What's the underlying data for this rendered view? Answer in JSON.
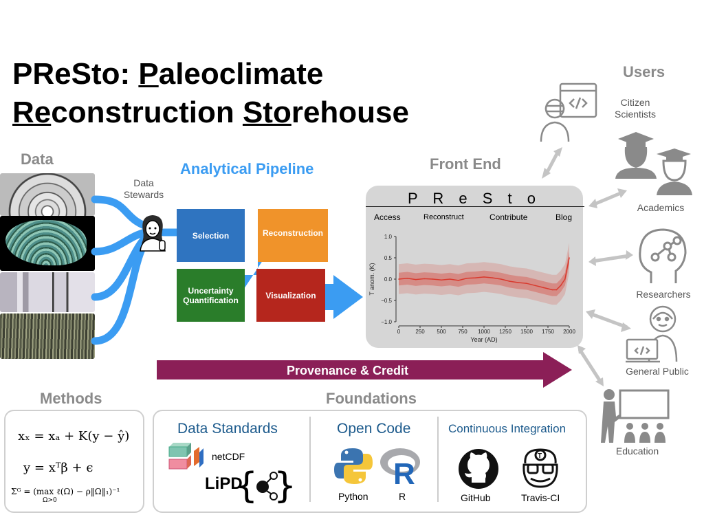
{
  "title": {
    "line1_prefix": "PReSto: ",
    "line1_u": "P",
    "line1_rest": "aleoclimate",
    "line2_u1": "Re",
    "line2_mid": "construction ",
    "line2_u2": "Sto",
    "line2_rest": "rehouse"
  },
  "sections": {
    "data": "Data",
    "data_stewards": "Data\nStewards",
    "pipeline": "Analytical Pipeline",
    "front_end": "Front End",
    "users": "Users",
    "methods": "Methods",
    "foundations": "Foundations"
  },
  "pipeline": {
    "selection": "Selection",
    "reconstruction": "Reconstruction",
    "uncertainty": "Uncertainty Quantification",
    "visualization": "Visualization",
    "colors": {
      "selection": "#2f74c0",
      "reconstruction": "#f0932a",
      "uncertainty": "#2a7d2a",
      "visualization": "#b5261d",
      "arrow": "#3b9cf2"
    }
  },
  "front_end": {
    "name": "P R e S t o",
    "nav": [
      "Access",
      "Reconstruct",
      "Contribute",
      "Blog"
    ]
  },
  "chart_data": {
    "type": "line",
    "xlabel": "Year (AD)",
    "ylabel": "T anom. (K)",
    "xlim": [
      0,
      2000
    ],
    "ylim": [
      -1.0,
      1.0
    ],
    "x_ticks": [
      "0",
      "250",
      "500",
      "750",
      "1000",
      "1250",
      "1500",
      "1750",
      "2000"
    ],
    "y_ticks": [
      "1.0",
      "0.5",
      "0.0",
      "−0.5",
      "−1.0"
    ],
    "series": [
      {
        "x": [
          0,
          100,
          200,
          300,
          400,
          500,
          600,
          700,
          800,
          900,
          1000,
          1100,
          1200,
          1300,
          1400,
          1500,
          1600,
          1700,
          1800,
          1850,
          1900,
          1950,
          2000
        ],
        "values": [
          0.0,
          0.02,
          -0.01,
          0.01,
          0.0,
          -0.02,
          0.0,
          -0.03,
          0.02,
          0.03,
          0.05,
          0.03,
          0.0,
          -0.05,
          -0.08,
          -0.1,
          -0.15,
          -0.2,
          -0.25,
          -0.25,
          -0.15,
          0.0,
          0.5
        ]
      }
    ],
    "color": "#d83a2e"
  },
  "provenance": {
    "label": "Provenance & Credit",
    "color": "#8b1f57"
  },
  "users": [
    "Citizen\nScientists",
    "Academics",
    "Researchers",
    "General Public",
    "Education"
  ],
  "methods": {
    "eq1": "xₓ = xₐ + K(y − ŷ)",
    "eq2": "y = xᵀβ + ϵ",
    "eq3": "Σᴳ = (max ℓ(Ω) − ρ‖Ω‖₁)⁻¹",
    "eq3_sub": "Ω>0"
  },
  "foundations": {
    "data_standards": "Data Standards",
    "netcdf": "netCDF",
    "lipd": "LiPD",
    "open_code": "Open Code",
    "python": "Python",
    "r": "R",
    "ci": "Continuous Integration",
    "github": "GitHub",
    "travis": "Travis-CI"
  }
}
